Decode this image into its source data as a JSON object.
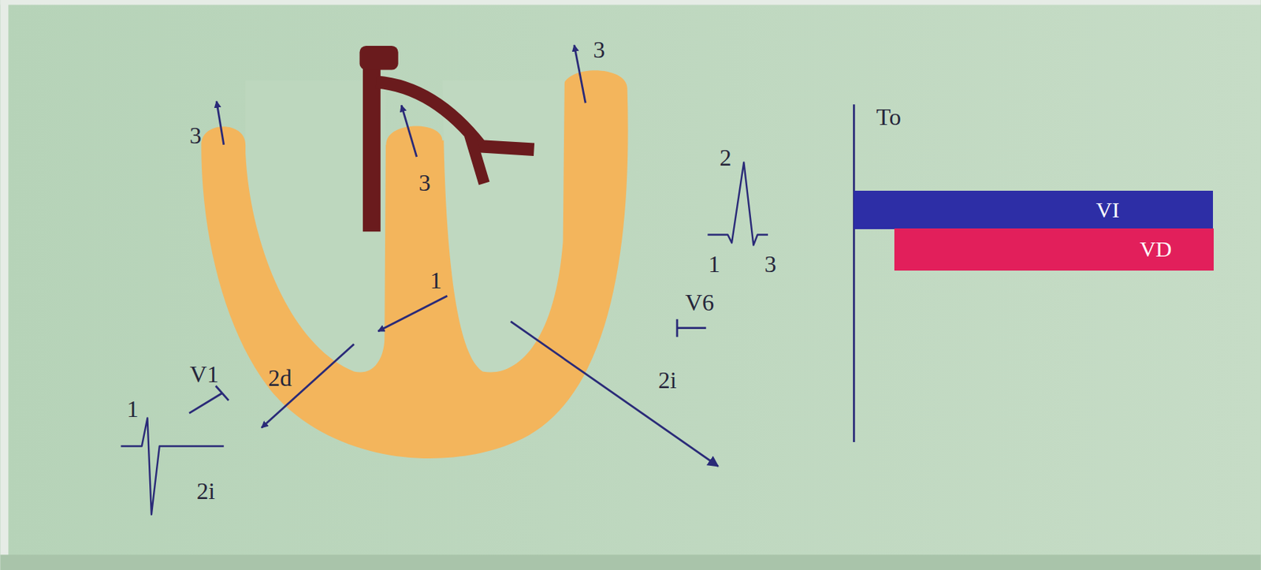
{
  "diagram": {
    "nodes": [
      {
        "text": [
          "VI"
        ]
      },
      {
        "text": [
          "VD"
        ]
      }
    ],
    "labels": [
      "3",
      "3",
      "3",
      "To",
      "2",
      "1",
      "3",
      "1",
      "V6",
      "V1",
      "2d",
      "2i",
      "1",
      "2i"
    ]
  }
}
